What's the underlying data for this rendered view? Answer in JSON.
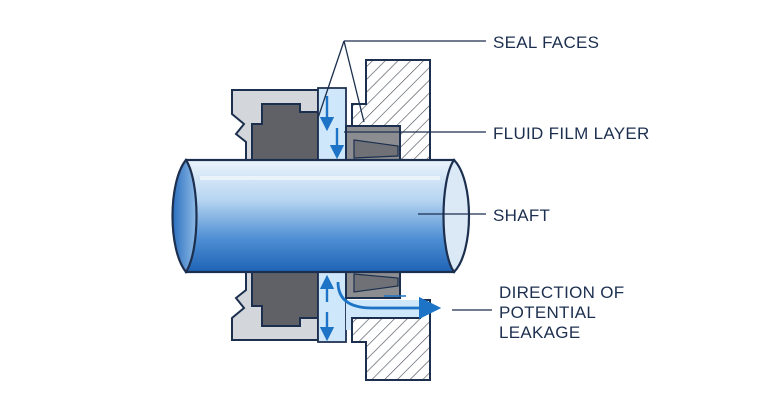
{
  "labels": {
    "seal_faces": "SEAL FACES",
    "fluid_film_layer": "FLUID FILM LAYER",
    "shaft": "SHAFT",
    "direction_line1": "DIRECTION OF",
    "direction_line2": "POTENTIAL",
    "direction_line3": "LEAKAGE"
  },
  "colors": {
    "outline": "#1c2f4f",
    "housing": "#d3d6db",
    "seal_ring": "#5f6166",
    "stationary_ring": "#8b8d91",
    "fluid_film": "#cfe7fa",
    "flow_arrow": "#1d74c6",
    "shaft_light": "#e8f2fb",
    "shaft_dark": "#1f63b5"
  }
}
